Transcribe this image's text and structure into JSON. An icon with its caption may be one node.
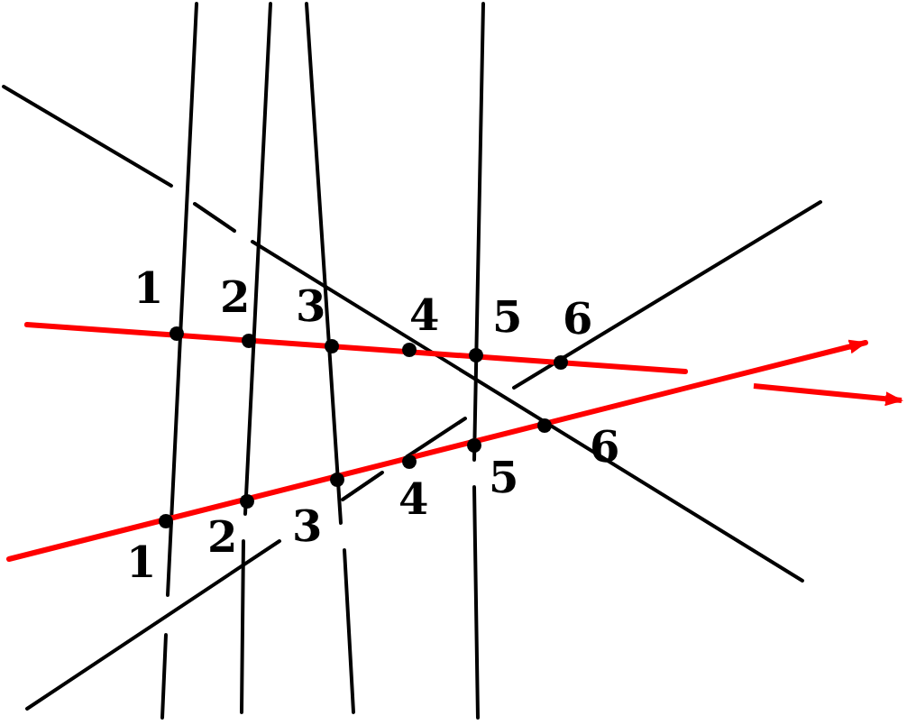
{
  "diagram": {
    "labels": [
      "1",
      "2",
      "3",
      "4",
      "5",
      "6",
      "1",
      "2",
      "3",
      "4",
      "5",
      "6"
    ]
  }
}
